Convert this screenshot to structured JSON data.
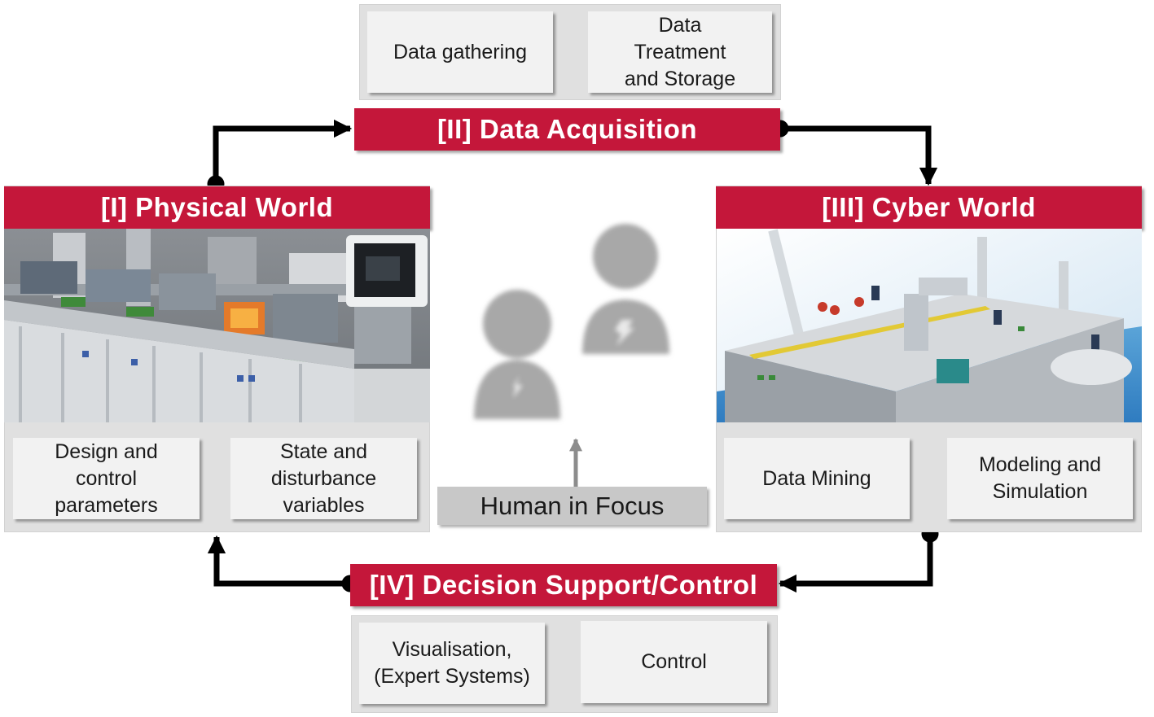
{
  "acquisition": {
    "title": "[II] Data Acquisition",
    "left_box": "Data gathering",
    "right_box": "Data\nTreatment\nand Storage"
  },
  "physical": {
    "title": "[I] Physical World",
    "left_box": "Design and\ncontrol\nparameters",
    "right_box": "State and\ndisturbance\nvariables"
  },
  "cyber": {
    "title": "[III] Cyber World",
    "left_box": "Data Mining",
    "right_box": "Modeling and\nSimulation"
  },
  "decision": {
    "title": "[IV] Decision Support/Control",
    "left_box": "Visualisation,\n(Expert Systems)",
    "right_box": "Control"
  },
  "center": {
    "label": "Human in Focus"
  },
  "colors": {
    "banner": "#c4173a",
    "panel": "#e0e0e0",
    "box": "#f2f2f2",
    "connector": "#000000",
    "human_figure": "#a8a8a8"
  }
}
